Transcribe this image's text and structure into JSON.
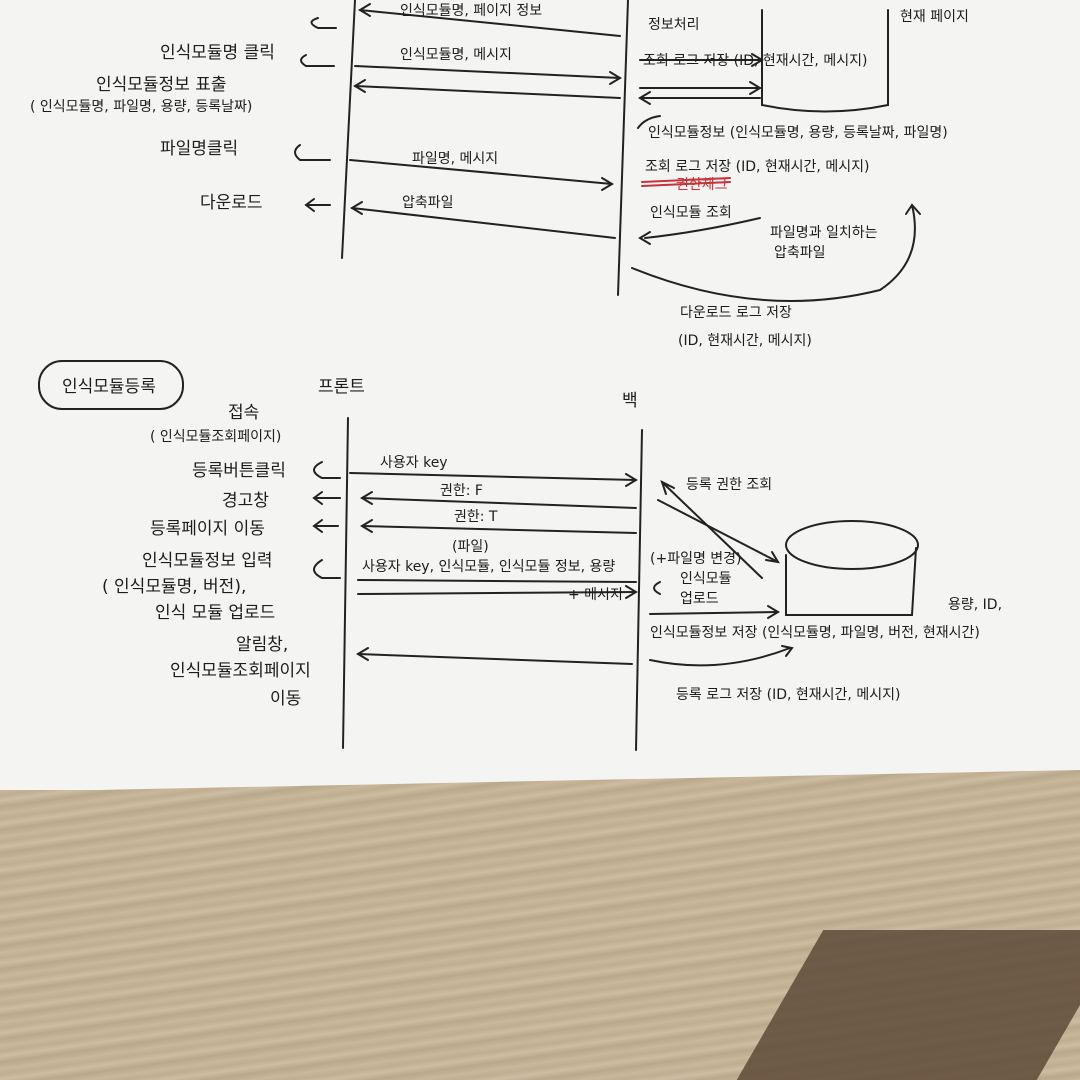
{
  "top": {
    "left_labels": {
      "click_name": "인식모듈명 클릭",
      "info_output": "인식모듈정보 표출",
      "info_detail": "( 인식모듈명, 파일명, 용량, 등록날짜)",
      "file_click": "파일명클릭",
      "download": "다운로드"
    },
    "messages": {
      "m0": "인식모듈명, 페이지 정보",
      "m1": "인식모듈명, 메시지",
      "m2": "파일명, 메시지",
      "m3": "압축파일"
    },
    "right_labels": {
      "r0": "정보처리",
      "r_log": "조회 로그 저장 (ID, 현재시간, 메시지)",
      "r_top": "현재 페이지",
      "r_info": "인식모듈정보 (인식모듈명, 용량, 등록날짜, 파일명)",
      "r_log2": "조회 로그 저장 (ID, 현재시간, 메시지)",
      "r_red": "권한체크",
      "r_query": "인식모듈 조회",
      "r_match": "파일명과 일치하는",
      "r_zip": "압축파일",
      "r_dl_log": "다운로드 로그 저장",
      "r_dl_log2": "(ID, 현재시간, 메시지)"
    }
  },
  "bottom": {
    "title": "인식모듈등록",
    "front": "프론트",
    "back": "백",
    "left_labels": {
      "access": "접속",
      "access_detail": "( 인식모듈조회페이지)",
      "btn_click": "등록버튼클릭",
      "warn": "경고창",
      "move_reg": "등록페이지 이동",
      "input": "인식모듈정보 입력",
      "input_detail": "( 인식모듈명, 버전),",
      "upload": "인식 모듈 업로드",
      "alert": "알림창,",
      "move_list": "인식모듈조회페이지",
      "move_list2": "이동"
    },
    "messages": {
      "m0": "사용자 key",
      "m1": "권한: F",
      "m2": "권한: T",
      "m3_top": "(파일)",
      "m3": "사용자 key, 인식모듈, 인식모듈 정보, 용량",
      "m3_extra": "+ 메시지"
    },
    "right_labels": {
      "perm_query": "등록 권한 조회",
      "filename_change": "(+파일명 변경)",
      "module_upload": "인식모듈",
      "module_upload2": "업로드",
      "cap_id": "용량, ID,",
      "save_info": "인식모듈정보 저장 (인식모듈명, 파일명, 버전, 현재시간)",
      "reg_log": "등록 로그 저장 (ID, 현재시간, 메시지)"
    }
  }
}
